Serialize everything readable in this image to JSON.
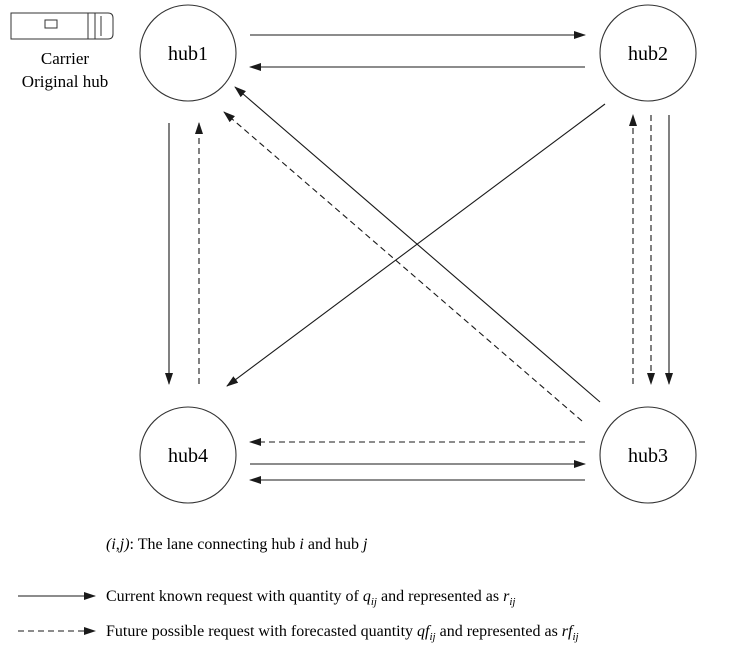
{
  "hubs": [
    {
      "id": "hub1",
      "label": "hub1"
    },
    {
      "id": "hub2",
      "label": "hub2"
    },
    {
      "id": "hub3",
      "label": "hub3"
    },
    {
      "id": "hub4",
      "label": "hub4"
    }
  ],
  "carrier": {
    "line1": "Carrier",
    "line2": "Original hub",
    "icon": "truck-icon"
  },
  "edges": [
    {
      "from": "hub1",
      "to": "hub2",
      "style": "solid"
    },
    {
      "from": "hub2",
      "to": "hub1",
      "style": "solid"
    },
    {
      "from": "hub1",
      "to": "hub4",
      "style": "solid"
    },
    {
      "from": "hub4",
      "to": "hub1",
      "style": "dashed"
    },
    {
      "from": "hub2",
      "to": "hub3",
      "style": "solid"
    },
    {
      "from": "hub2",
      "to": "hub3",
      "style": "dashed"
    },
    {
      "from": "hub3",
      "to": "hub2",
      "style": "dashed"
    },
    {
      "from": "hub3",
      "to": "hub1",
      "style": "solid"
    },
    {
      "from": "hub3",
      "to": "hub1",
      "style": "dashed"
    },
    {
      "from": "hub2",
      "to": "hub4",
      "style": "solid"
    },
    {
      "from": "hub3",
      "to": "hub4",
      "style": "dashed"
    },
    {
      "from": "hub4",
      "to": "hub3",
      "style": "solid"
    },
    {
      "from": "hub3",
      "to": "hub4",
      "style": "solid"
    }
  ],
  "legend": {
    "lane_note_prefix": "(i,j)",
    "lane_note_text": ": The lane connecting hub ",
    "lane_note_i": "i",
    "lane_note_mid": " and hub ",
    "lane_note_j": "j",
    "current_text": "Current known request with quantity of ",
    "current_q": "q",
    "current_sub": "ij",
    "current_mid": " and represented as ",
    "current_r": "r",
    "current_r_sub": "ij",
    "future_text": "Future possible request with forecasted quantity ",
    "future_q": "qf",
    "future_sub": "ij",
    "future_mid": " and represented as ",
    "future_r": "rf",
    "future_r_sub": "ij"
  }
}
